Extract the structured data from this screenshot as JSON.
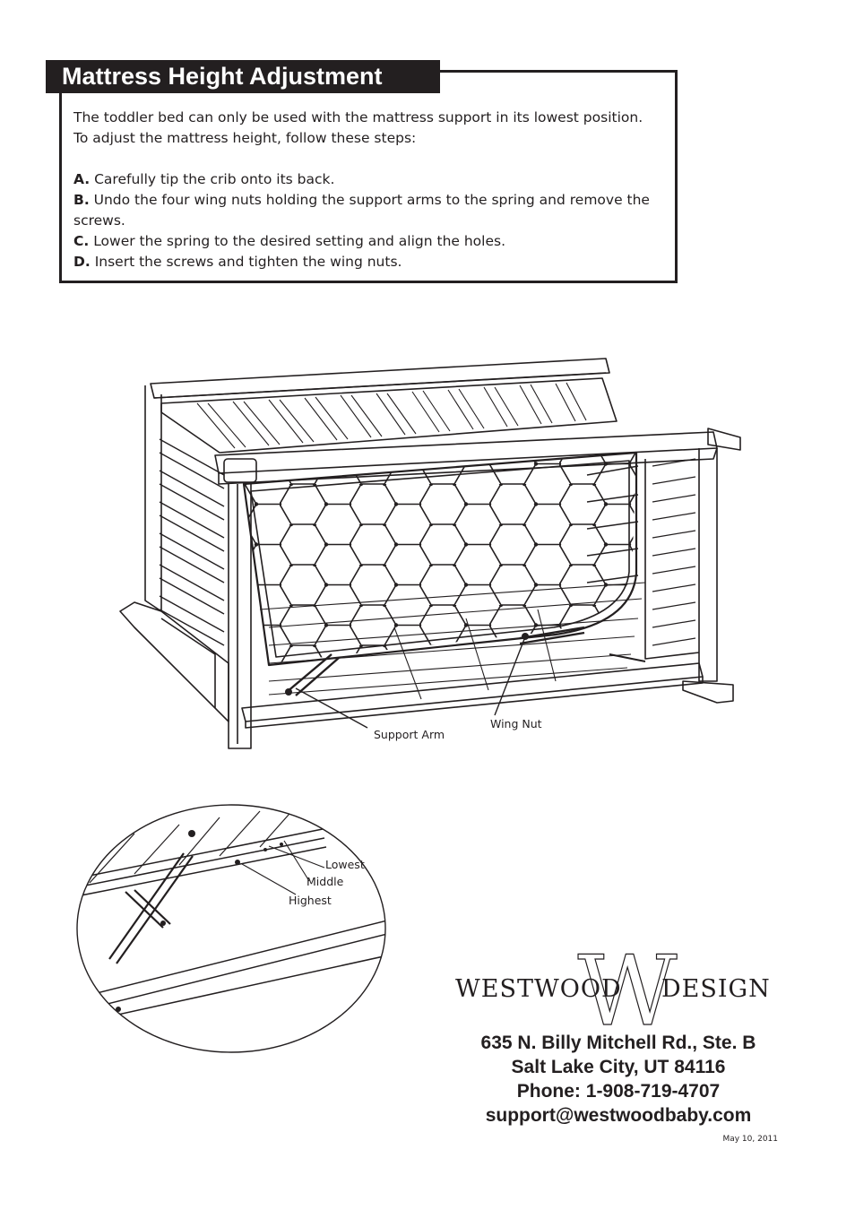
{
  "header": {
    "title": "Mattress Height Adjustment"
  },
  "intro": {
    "line1": "The toddler bed can only be used with the mattress support in its lowest position.",
    "line2": "To adjust the mattress height, follow these steps:"
  },
  "steps": [
    {
      "letter": "A.",
      "text": " Carefully tip the crib onto its back."
    },
    {
      "letter": "B.",
      "text": " Undo the four wing nuts holding the support arms to the spring and remove the screws."
    },
    {
      "letter": "C.",
      "text": " Lower the spring to the desired setting and align the holes."
    },
    {
      "letter": "D.",
      "text": " Insert the screws and tighten the wing nuts."
    }
  ],
  "diagram_labels": {
    "support_arm": "Support Arm",
    "wing_nut": "Wing Nut",
    "lowest": "Lowest",
    "middle": "Middle",
    "highest": "Highest"
  },
  "brand": {
    "left": "WESTWOOD",
    "right": "DESIGN",
    "monogram": "W"
  },
  "contact": {
    "address1": "635 N. Billy Mitchell Rd., Ste. B",
    "address2": "Salt Lake City, UT 84116",
    "phone": "Phone: 1-908-719-4707",
    "email": "support@westwoodbaby.com"
  },
  "footer": {
    "date": "May 10, 2011"
  }
}
